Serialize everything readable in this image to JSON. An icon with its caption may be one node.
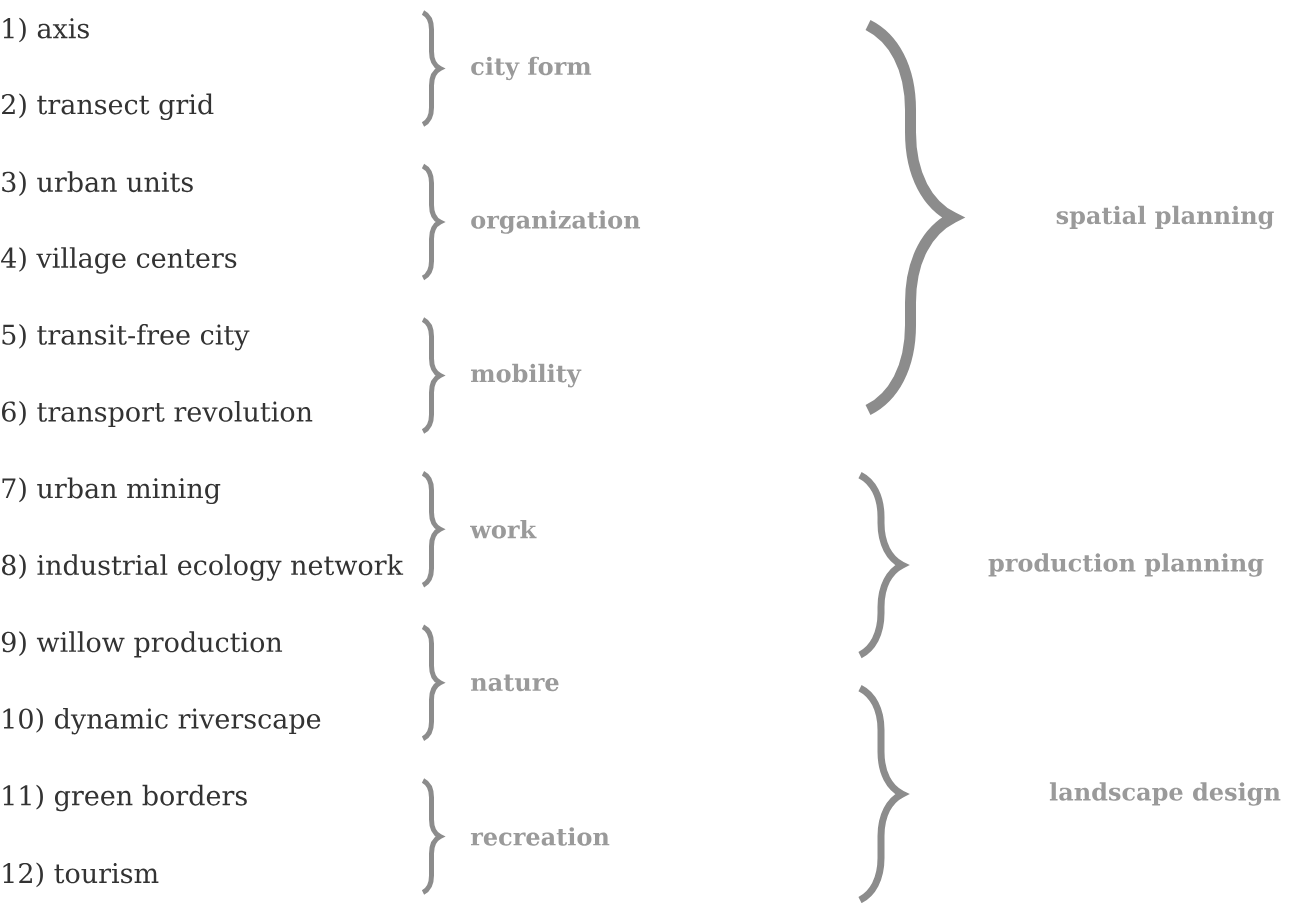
{
  "diagram": {
    "labels": [
      "1) axis",
      "2) transect grid",
      "3) urban units",
      "4) village centers",
      "5) transit-free city",
      "6) transport revolution",
      "7) urban mining",
      "8) industrial ecology network",
      "9) willow production",
      "10) dynamic riverscape",
      "11) green borders",
      "12) tourism",
      "city form",
      "organization",
      "mobility",
      "work",
      "nature",
      "recreation",
      "spatial planning",
      "production planning",
      "landscape design"
    ]
  }
}
